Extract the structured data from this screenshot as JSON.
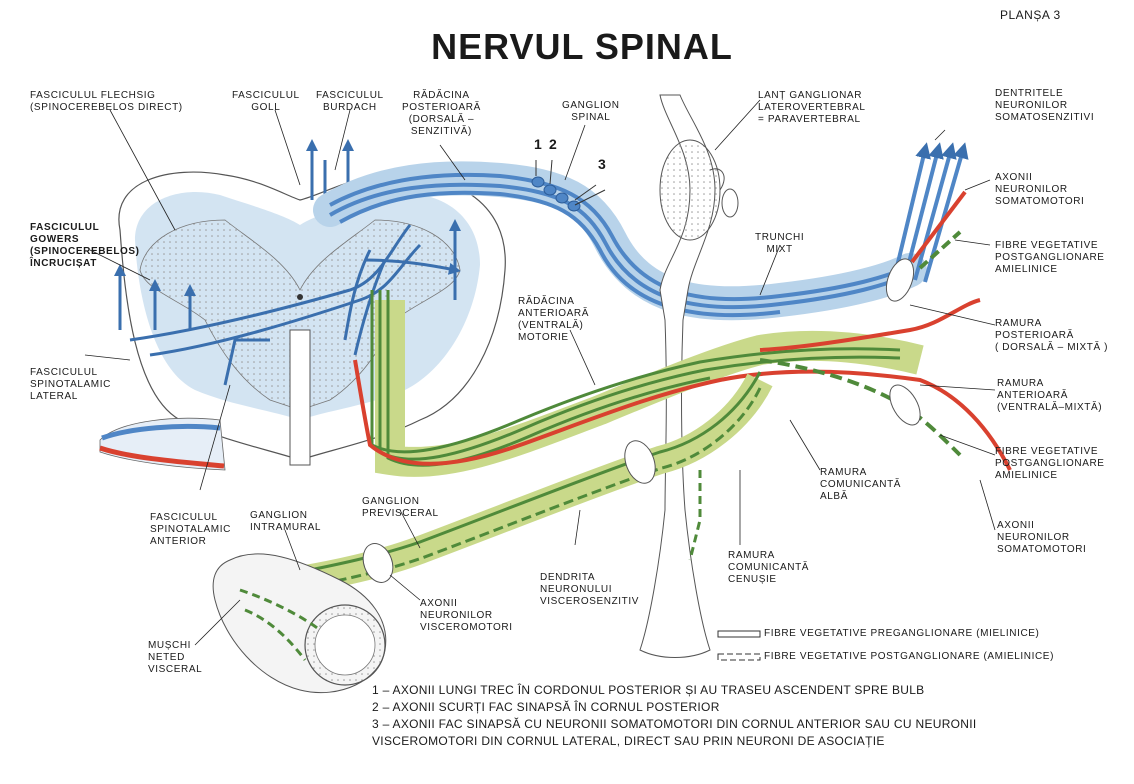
{
  "plansa": "PLANȘA 3",
  "title": "NERVUL SPINAL",
  "labels": {
    "flechsig": "FASCICULUL FLECHSIG\n(SPINOCEREBELOS DIRECT)",
    "goll": "FASCICULUL\nGOLL",
    "burdach": "FASCICULUL\nBURDACH",
    "radacina_post": "RĂDĂCINA\nPOSTERIOARĂ\n(DORSALĂ –\nSENZITIVĂ)",
    "ganglion_spinal": "GANGLION\nSPINAL",
    "lant": "LANȚ GANGLIONAR\nLATEROVERTEBRAL\n= PARAVERTEBRAL",
    "dendritele": "DENTRITELE\nNEURONILOR\nSOMATOSENZITIVI",
    "axonii_somato_top": "AXONII\nNEURONILOR\nSOMATOMOTORI",
    "fibre_veg_top": "FIBRE VEGETATIVE\nPOSTGANGLIONARE\nAMIELINICE",
    "gowers": "FASCICULUL\nGOWERS\n(SPINOCEREBELOS)\nÎNCRUCIȘAT",
    "trunchi": "TRUNCHI\nMIXT",
    "radacina_ant": "RĂDĂCINA\nANTERIOARĂ\n(VENTRALĂ)\nMOTORIE",
    "ramura_post": "RAMURA\nPOSTERIOARĂ\n( DORSALĂ – MIXTĂ )",
    "spinotalamic_lat": "FASCICULUL\nSPINOTALAMIC\nLATERAL",
    "ramura_ant": "RAMURA\nANTERIOARĂ\n(VENTRALĂ–MIXTĂ)",
    "fibre_veg_bottom": "FIBRE VEGETATIVE\nPOSTGANGLIONARE\nAMIELINICE",
    "comunicanta_alba": "RAMURA\nCOMUNICANTĂ\nALBĂ",
    "axonii_somato_bottom": "AXONII\nNEURONILOR\nSOMATOMOTORI",
    "spinotalamic_ant": "FASCICULUL\nSPINOTALAMIC\nANTERIOR",
    "ganglion_intramural": "GANGLION\nINTRAMURAL",
    "ganglion_previsceral": "GANGLION\nPREVISCERAL",
    "comunicanta_cenusie": "RAMURA\nCOMUNICANTĂ\nCENUȘIE",
    "dendrita": "DENDRITA\nNEURONULUI\nVISCEROSENZITIV",
    "axonii_viscero": "AXONII\nNEURONILOR\nVISCEROMOTORI",
    "muschi": "MUȘCHI\nNETED\nVISCERAL"
  },
  "numbers": [
    "1",
    "2",
    "3"
  ],
  "legend": {
    "pre": "FIBRE VEGETATIVE PREGANGLIONARE (MIELINICE)",
    "post": "FIBRE VEGETATIVE POSTGANGLIONARE (AMIELINICE)"
  },
  "notes": [
    "1 – AXONII LUNGI TREC ÎN CORDONUL POSTERIOR ȘI AU TRASEU ASCENDENT SPRE BULB",
    "2 – AXONII SCURȚI FAC SINAPSĂ ÎN CORNUL POSTERIOR",
    "3 – AXONII FAC SINAPSĂ CU NEURONII SOMATOMOTORI DIN CORNUL ANTERIOR SAU CU NEURONII",
    "VISCEROMOTORI DIN CORNUL LATERAL, DIRECT SAU PRIN NEURONI DE ASOCIAȚIE"
  ],
  "colors": {
    "sensory": "#4f86c6",
    "sensory_light": "#b8d3ea",
    "motor": "#d9412f",
    "vegetative": "#4f8a3a",
    "vegetative_light": "#c9d98a",
    "gray_matter": "#e9e9e9"
  }
}
